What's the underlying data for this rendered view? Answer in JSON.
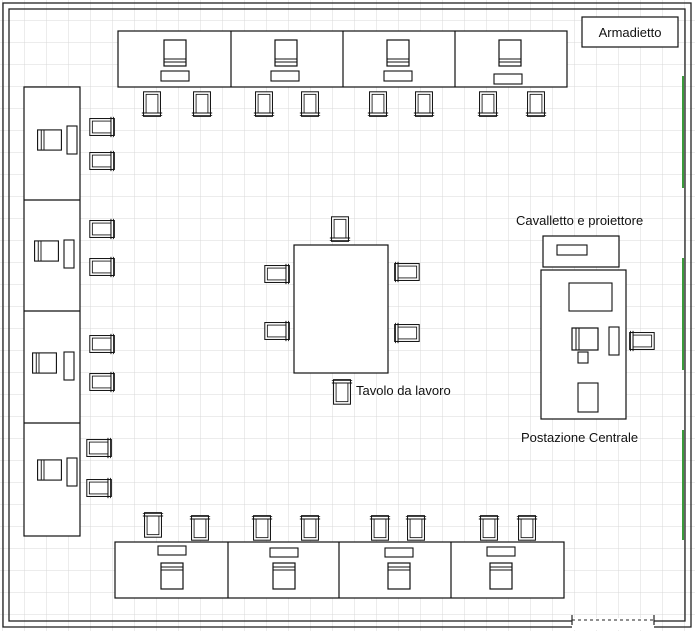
{
  "labels": {
    "cabinet": "Armadietto",
    "easel": "Cavalletto e proiettore",
    "workbench": "Tavolo da lavoro",
    "central_station": "Postazione Centrale"
  },
  "colors": {
    "grid": "#d9d9d9",
    "wall": "#222222",
    "window": "#3a9a3a",
    "furniture": "#111111"
  },
  "icons": {
    "chair": "chair-icon",
    "monitor": "monitor-icon",
    "keyboard": "keyboard-icon"
  }
}
